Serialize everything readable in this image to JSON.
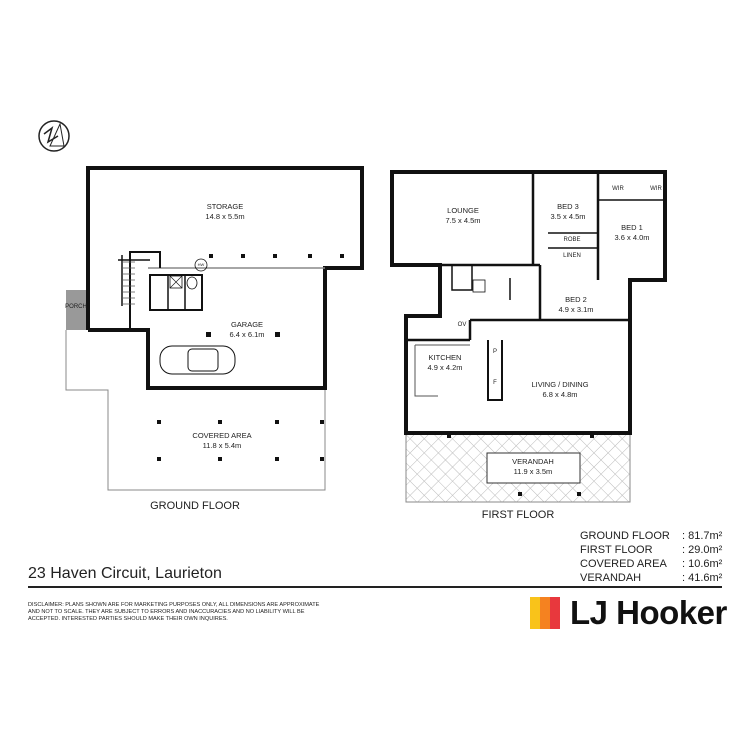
{
  "ground_floor": {
    "title": "GROUND FLOOR",
    "rooms": [
      {
        "name": "STORAGE",
        "size": "14.8 x 5.5m"
      },
      {
        "name": "GARAGE",
        "size": "6.4 x 6.1m"
      },
      {
        "name": "COVERED AREA",
        "size": "11.8 x 5.4m"
      }
    ],
    "labels": {
      "porch": "PORCH",
      "hot_water": "HW"
    }
  },
  "first_floor": {
    "title": "FIRST FLOOR",
    "rooms": [
      {
        "name": "LOUNGE",
        "size": "7.5 x 4.5m"
      },
      {
        "name": "BED 3",
        "size": "3.5 x 4.5m"
      },
      {
        "name": "BED 1",
        "size": "3.6 x 4.0m"
      },
      {
        "name": "BED 2",
        "size": "4.9 x 3.1m"
      },
      {
        "name": "KITCHEN",
        "size": "4.9 x 4.2m"
      },
      {
        "name": "LIVING / DINING",
        "size": "6.8 x 4.8m"
      },
      {
        "name": "VERANDAH",
        "size": "11.9 x 3.5m"
      }
    ],
    "labels": {
      "wir": "WIR",
      "robe": "ROBE",
      "linen": "LINEN",
      "oven": "OV",
      "pantry": "P",
      "fridge": "F"
    }
  },
  "areas": [
    {
      "label": "GROUND FLOOR",
      "value": ": 81.7m²"
    },
    {
      "label": "FIRST FLOOR",
      "value": ": 29.0m²"
    },
    {
      "label": "COVERED AREA",
      "value": ": 10.6m²"
    },
    {
      "label": "VERANDAH",
      "value": ": 41.6m²"
    }
  ],
  "address": "23 Haven Circuit, Laurieton",
  "disclaimer": "DISCLAIMER: PLANS SHOWN ARE FOR MARKETING PURPOSES ONLY, ALL DIMENSIONS ARE APPROXIMATE AND NOT TO SCALE. THEY ARE SUBJECT TO ERRORS AND INACCURACIES AND NO LIABILITY WILL BE ACCEPTED. INTERESTED PARTIES SHOULD MAKE THEIR OWN INQUIRES.",
  "logo": {
    "text": "LJ Hooker",
    "colors": [
      "#f9c31a",
      "#f58220",
      "#e8383d"
    ]
  },
  "icons": {
    "compass": "north-arrow-icon",
    "car": "car-icon"
  }
}
